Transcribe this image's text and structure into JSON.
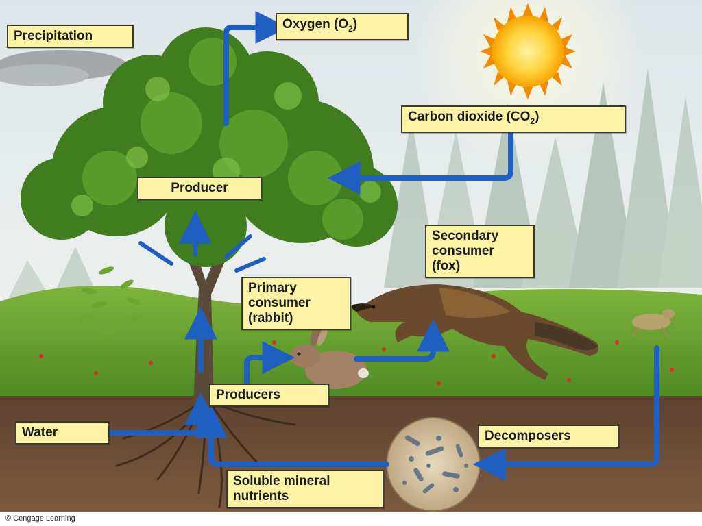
{
  "labels": {
    "precipitation": "Precipitation",
    "oxygen": "Oxygen (O",
    "oxygen_sub": "2",
    "oxygen_end": ")",
    "carbon_dioxide": "Carbon dioxide (CO",
    "carbon_dioxide_sub": "2",
    "carbon_dioxide_end": ")",
    "producer": "Producer",
    "secondary_consumer_line1": "Secondary",
    "secondary_consumer_line2": "consumer",
    "secondary_consumer_line3": "(fox)",
    "primary_consumer_line1": "Primary",
    "primary_consumer_line2": "consumer",
    "primary_consumer_line3": "(rabbit)",
    "producers": "Producers",
    "water": "Water",
    "decomposers": "Decomposers",
    "soluble_line1": "Soluble mineral",
    "soluble_line2": "nutrients"
  },
  "credit": "© Cengage Learning",
  "colors": {
    "arrow": "#1f5fc2",
    "label_bg": "#fbf2a6",
    "soil": "#6b4a32",
    "grass": "#5e9a2a",
    "sky": "#e6ecef",
    "sun": "#f7b500"
  },
  "icons": [
    "sun-icon",
    "tree-icon",
    "rabbit-icon",
    "fox-icon",
    "deer-icon",
    "decomposer-microbe-icon",
    "falling-leaves-icon",
    "cloud-icon"
  ]
}
